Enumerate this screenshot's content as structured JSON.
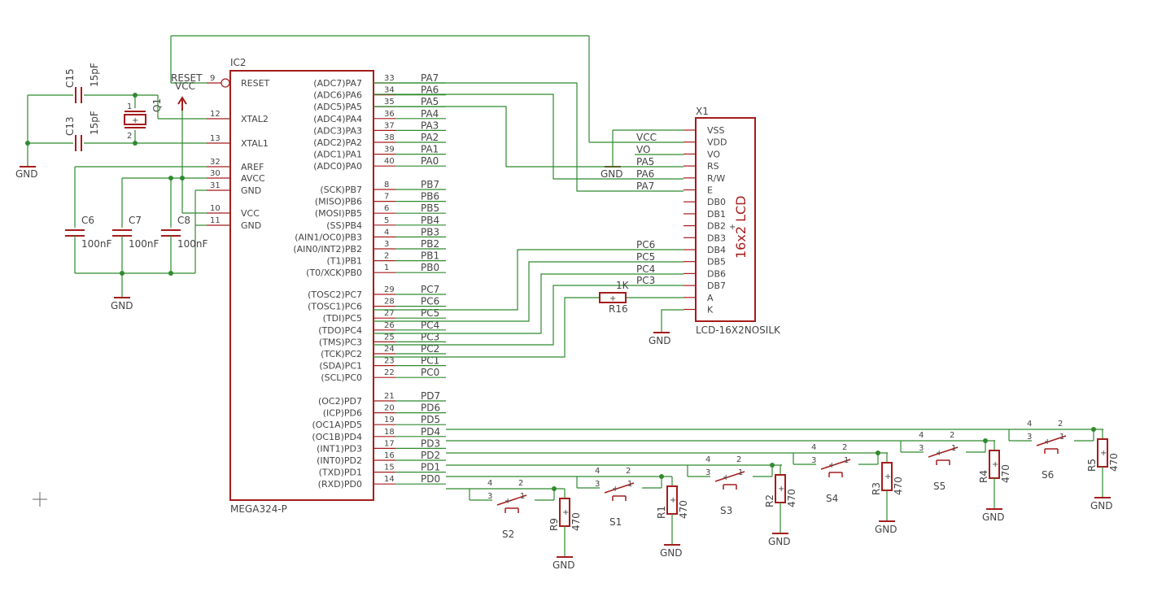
{
  "mcu": {
    "ref": "IC2",
    "value": "MEGA324-P",
    "left_pins": [
      {
        "num": "9",
        "name": "RESET"
      },
      {
        "num": "12",
        "name": "XTAL2"
      },
      {
        "num": "13",
        "name": "XTAL1"
      },
      {
        "num": "32",
        "name": "AREF"
      },
      {
        "num": "30",
        "name": "AVCC"
      },
      {
        "num": "31",
        "name": "GND"
      },
      {
        "num": "10",
        "name": "VCC"
      },
      {
        "num": "11",
        "name": "GND"
      }
    ],
    "right_pins": [
      {
        "num": "33",
        "name": "(ADC7)PA7",
        "net": "PA7"
      },
      {
        "num": "34",
        "name": "(ADC6)PA6",
        "net": "PA6"
      },
      {
        "num": "35",
        "name": "(ADC5)PA5",
        "net": "PA5"
      },
      {
        "num": "36",
        "name": "(ADC4)PA4",
        "net": "PA4"
      },
      {
        "num": "37",
        "name": "(ADC3)PA3",
        "net": "PA3"
      },
      {
        "num": "38",
        "name": "(ADC2)PA2",
        "net": "PA2"
      },
      {
        "num": "39",
        "name": "(ADC1)PA1",
        "net": "PA1"
      },
      {
        "num": "40",
        "name": "(ADC0)PA0",
        "net": "PA0"
      },
      {
        "num": "8",
        "name": "(SCK)PB7",
        "net": "PB7"
      },
      {
        "num": "7",
        "name": "(MISO)PB6",
        "net": "PB6"
      },
      {
        "num": "6",
        "name": "(MOSI)PB5",
        "net": "PB5"
      },
      {
        "num": "5",
        "name": "(SS)PB4",
        "net": "PB4"
      },
      {
        "num": "4",
        "name": "(AIN1/OC0)PB3",
        "net": "PB3"
      },
      {
        "num": "3",
        "name": "(AIN0/INT2)PB2",
        "net": "PB2"
      },
      {
        "num": "2",
        "name": "(T1)PB1",
        "net": "PB1"
      },
      {
        "num": "1",
        "name": "(T0/XCK)PB0",
        "net": "PB0"
      },
      {
        "num": "29",
        "name": "(TOSC2)PC7",
        "net": "PC7"
      },
      {
        "num": "28",
        "name": "(TOSC1)PC6",
        "net": "PC6"
      },
      {
        "num": "27",
        "name": "(TDI)PC5",
        "net": "PC5"
      },
      {
        "num": "26",
        "name": "(TDO)PC4",
        "net": "PC4"
      },
      {
        "num": "25",
        "name": "(TMS)PC3",
        "net": "PC3"
      },
      {
        "num": "24",
        "name": "(TCK)PC2",
        "net": "PC2"
      },
      {
        "num": "23",
        "name": "(SDA)PC1",
        "net": "PC1"
      },
      {
        "num": "22",
        "name": "(SCL)PC0",
        "net": "PC0"
      },
      {
        "num": "21",
        "name": "(OC2)PD7",
        "net": "PD7"
      },
      {
        "num": "20",
        "name": "(ICP)PD6",
        "net": "PD6"
      },
      {
        "num": "19",
        "name": "(OC1A)PD5",
        "net": "PD5"
      },
      {
        "num": "18",
        "name": "(OC1B)PD4",
        "net": "PD4"
      },
      {
        "num": "17",
        "name": "(INT1)PD3",
        "net": "PD3"
      },
      {
        "num": "16",
        "name": "(INT0)PD2",
        "net": "PD2"
      },
      {
        "num": "15",
        "name": "(TXD)PD1",
        "net": "PD1"
      },
      {
        "num": "14",
        "name": "(RXD)PD0",
        "net": "PD0"
      }
    ]
  },
  "lcd": {
    "ref": "X1",
    "value": "LCD-16X2NOSILK",
    "title": "16x2 LCD",
    "pins": [
      "VSS",
      "VDD",
      "VO",
      "RS",
      "R/W",
      "E",
      "DB0",
      "DB1",
      "DB2",
      "DB3",
      "DB4",
      "DB5",
      "DB6",
      "DB7",
      "A",
      "K"
    ],
    "nets": {
      "VCC": "VCC",
      "VO": "VO",
      "PA5": "PA5",
      "PA6": "PA6",
      "PA7": "PA7",
      "PC6": "PC6",
      "PC5": "PC5",
      "PC4": "PC4",
      "PC3": "PC3"
    }
  },
  "labels": {
    "gnd": "GND",
    "vcc": "VCC",
    "reset": "RESET",
    "plus": "+"
  },
  "crystal": {
    "ref": "Q1",
    "pin1": "1",
    "pin2": "2"
  },
  "caps": [
    {
      "ref": "C15",
      "value": "15pF"
    },
    {
      "ref": "C13",
      "value": "15pF"
    },
    {
      "ref": "C6",
      "value": "100nF"
    },
    {
      "ref": "C7",
      "value": "100nF"
    },
    {
      "ref": "C8",
      "value": "100nF"
    }
  ],
  "r16": {
    "ref": "R16",
    "value": "1K"
  },
  "switches": [
    {
      "ref": "S2",
      "p4": "4",
      "p2": "2",
      "p3": "3",
      "p1": "1"
    },
    {
      "ref": "S1",
      "p4": "4",
      "p2": "2",
      "p3": "3",
      "p1": "1"
    },
    {
      "ref": "S3",
      "p4": "4",
      "p2": "2",
      "p3": "3",
      "p1": "1"
    },
    {
      "ref": "S4",
      "p4": "4",
      "p2": "2",
      "p3": "3",
      "p1": "1"
    },
    {
      "ref": "S5",
      "p4": "4",
      "p2": "2",
      "p3": "3",
      "p1": "1"
    },
    {
      "ref": "S6",
      "p4": "4",
      "p2": "2",
      "p3": "3",
      "p1": "1"
    }
  ],
  "pulldowns": [
    {
      "ref": "R9",
      "value": "470"
    },
    {
      "ref": "R1",
      "value": "470"
    },
    {
      "ref": "R2",
      "value": "470"
    },
    {
      "ref": "R3",
      "value": "470"
    },
    {
      "ref": "R4",
      "value": "470"
    },
    {
      "ref": "R5",
      "value": "470"
    }
  ]
}
